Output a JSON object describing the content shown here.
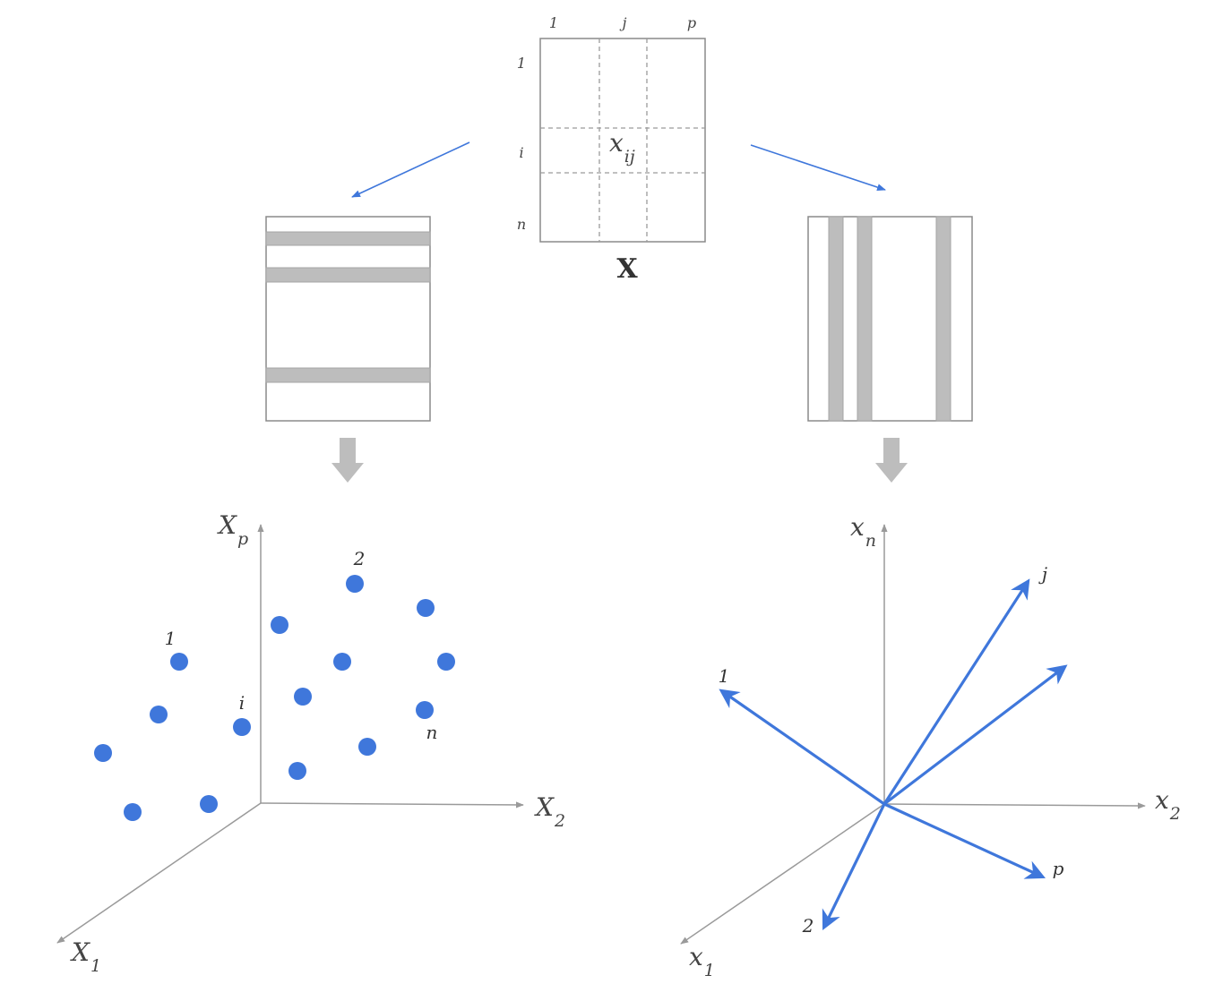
{
  "matrix": {
    "name": "X",
    "element": "x",
    "element_sub": "ij",
    "column_labels": [
      "1",
      "j",
      "p"
    ],
    "row_labels": [
      "1",
      "i",
      "n"
    ]
  },
  "row_space": {
    "axes": {
      "vertical": {
        "base": "X",
        "sub": "p"
      },
      "horizontal": {
        "base": "X",
        "sub": "2"
      },
      "depth": {
        "base": "X",
        "sub": "1"
      }
    },
    "point_labels": [
      "1",
      "2",
      "i",
      "n"
    ]
  },
  "column_space": {
    "axes": {
      "vertical": {
        "base": "x",
        "sub": "n"
      },
      "horizontal": {
        "base": "x",
        "sub": "2"
      },
      "depth": {
        "base": "x",
        "sub": "1"
      }
    },
    "vector_labels": [
      "j",
      "1",
      "p",
      "2"
    ]
  },
  "colors": {
    "accent_blue": "#3f77db",
    "axis_gray": "#9a9a9a",
    "band_gray": "#bdbdbd",
    "outline_gray": "#8a8a8a",
    "text_dark": "#444444"
  }
}
